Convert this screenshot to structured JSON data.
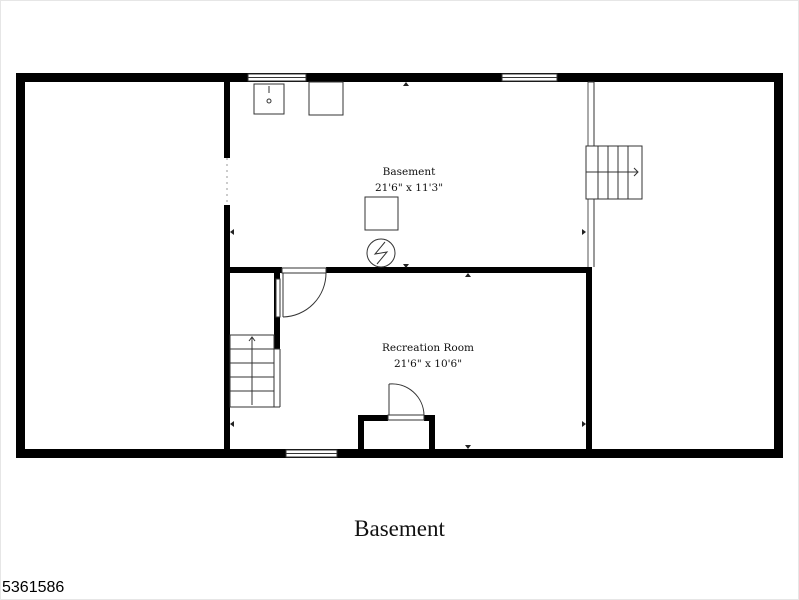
{
  "rooms": [
    {
      "name": "Basement",
      "dimensions": "21'6\" x 11'3\""
    },
    {
      "name": "Recreation Room",
      "dimensions": "21'6\" x 10'6\""
    }
  ],
  "caption": "Basement",
  "listing_id": "5361586",
  "colors": {
    "wall": "#000000",
    "line": "#333333",
    "background": "#ffffff"
  },
  "icons": [
    "sink-icon",
    "water-heater-icon",
    "stairs-icon",
    "door-icon",
    "window-icon"
  ]
}
